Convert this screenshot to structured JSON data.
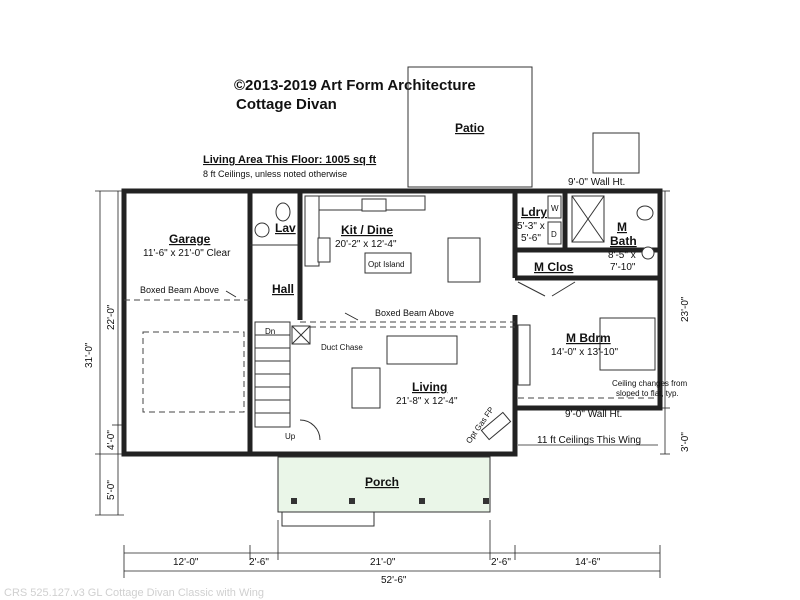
{
  "header": {
    "copyright": "©2013-2019 Art Form Architecture",
    "plan_name": "Cottage Divan"
  },
  "living_area": {
    "label": "Living Area This Floor: 1005 sq ft",
    "ceiling_note": "8 ft Ceilings, unless noted otherwise"
  },
  "rooms": {
    "patio": "Patio",
    "garage": "Garage",
    "garage_dim": "11'-6\" x 21'-0\" Clear",
    "lav": "Lav",
    "hall": "Hall",
    "kit_dine": "Kit / Dine",
    "kit_dine_dim": "20'-2\" x 12'-4\"",
    "laundry": "Ldry",
    "laundry_dim_1": "5'-3\" x",
    "laundry_dim_2": "5'-6\"",
    "m_bath_1": "M",
    "m_bath_2": "Bath",
    "m_bath_dim_1": "8'-5\" x",
    "m_bath_dim_2": "7'-10\"",
    "m_clos": "M Clos",
    "m_bdrm": "M Bdrm",
    "m_bdrm_dim": "14'-0\" x 13'-10\"",
    "living": "Living",
    "living_dim": "21'-8\" x 12'-4\"",
    "porch": "Porch"
  },
  "notes": {
    "wall_ht_top": "9'-0\" Wall Ht.",
    "wall_ht_bdrm": "9'-0\" Wall Ht.",
    "boxed_beam_garage": "Boxed Beam Above",
    "boxed_beam_main": "Boxed Beam Above",
    "opt_island": "Opt Island",
    "duct_chase": "Duct Chase",
    "stair_dn": "Dn",
    "stair_up": "Up",
    "ceiling_change": "Ceiling changes from",
    "ceiling_change_2": "sloped to flat, typ.",
    "eleven_ft": "11 ft Ceilings This Wing",
    "opt_gas_fp": "Opt Gas FP",
    "washer": "W",
    "dryer": "D"
  },
  "dimensions": {
    "left_31": "31'-0\"",
    "left_22": "22'-0\"",
    "left_4": "4'-0\"",
    "left_5": "5'-0\"",
    "right_23": "23'-0\"",
    "right_3": "3'-0\"",
    "bottom_12": "12'-0\"",
    "bottom_2_6_a": "2'-6\"",
    "bottom_21": "21'-0\"",
    "bottom_2_6_b": "2'-6\"",
    "bottom_14_6": "14'-6\"",
    "bottom_total": "52'-6\""
  },
  "footer": {
    "caption": "CRS 525.127.v3 GL Cottage Divan Classic with Wing"
  }
}
